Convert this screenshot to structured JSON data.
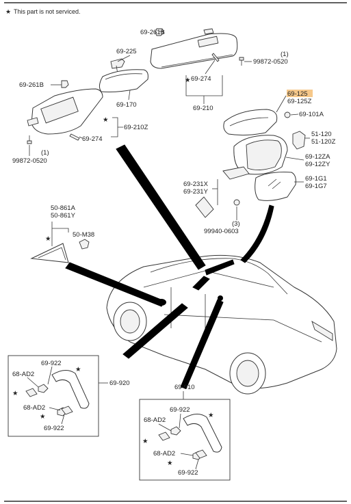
{
  "note": {
    "star": "★",
    "text": "This part is not serviced."
  },
  "labels": {
    "l_69_261B_top": "69-261B",
    "l_69_225": "69-225",
    "l_99872_0520_right": "99872-0520",
    "l_qty1_right": "(1)",
    "l_69_274_top": "69-274",
    "l_69_261B_left": "69-261B",
    "l_69_170": "69-170",
    "l_69_210": "69-210",
    "l_69_210Z": "69-210Z",
    "l_69_274_left": "69-274",
    "l_qty1_left": "(1)",
    "l_99872_0520_left": "99872-0520",
    "l_69_125": "69-125",
    "l_69_125Z": "69-125Z",
    "l_69_101A": "69-101A",
    "l_51_120": "51-120",
    "l_51_120Z": "51-120Z",
    "l_69_12ZA": "69-12ZA",
    "l_69_12ZY": "69-12ZY",
    "l_69_1G1": "69-1G1",
    "l_69_1G7": "69-1G7",
    "l_69_231X": "69-231X",
    "l_69_231Y": "69-231Y",
    "l_qty3": "(3)",
    "l_99940_0603": "99940-0603",
    "l_50_861A": "50-861A",
    "l_50_861Y": "50-861Y",
    "l_50_M38": "50-M38",
    "l_69_922_a": "69-922",
    "l_68_AD2_a": "68-AD2",
    "l_69_920": "69-920",
    "l_68_AD2_b": "68-AD2",
    "l_69_922_b": "69-922",
    "l_69_910": "69-910",
    "l_69_922_c": "69-922",
    "l_68_AD2_c": "68-AD2",
    "l_68_AD2_d": "68-AD2",
    "l_69_922_d": "69-922"
  },
  "highlight_color": "#f6c88a"
}
